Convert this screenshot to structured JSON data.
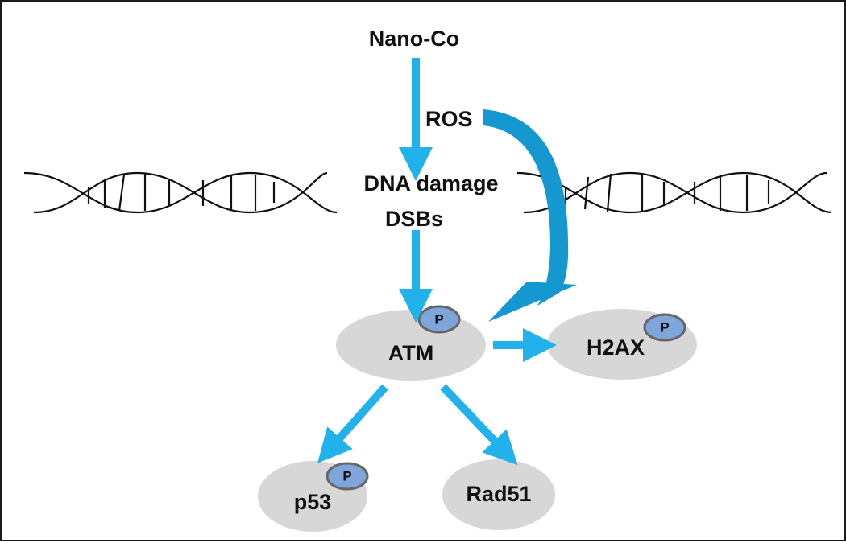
{
  "nodes": {
    "nano_co": "Nano-Co",
    "ros": "ROS",
    "dna_damage": "DNA damage",
    "dsbs": "DSBs",
    "atm": "ATM",
    "h2ax": "H2AX",
    "p53": "p53",
    "rad51": "Rad51"
  },
  "phospho_label": "P",
  "colors": {
    "arrow": "#21b1eb",
    "ros_arrow": "#1597cf",
    "ellipse_fill": "#d7d7d7",
    "phospho_fill": "#7ea6db",
    "phospho_stroke": "#666666",
    "dna_stroke": "#111111",
    "frame": "#1a1a1a"
  },
  "icons": [
    "dna-helix-icon",
    "phospho-badge-icon",
    "arrow-icon"
  ]
}
